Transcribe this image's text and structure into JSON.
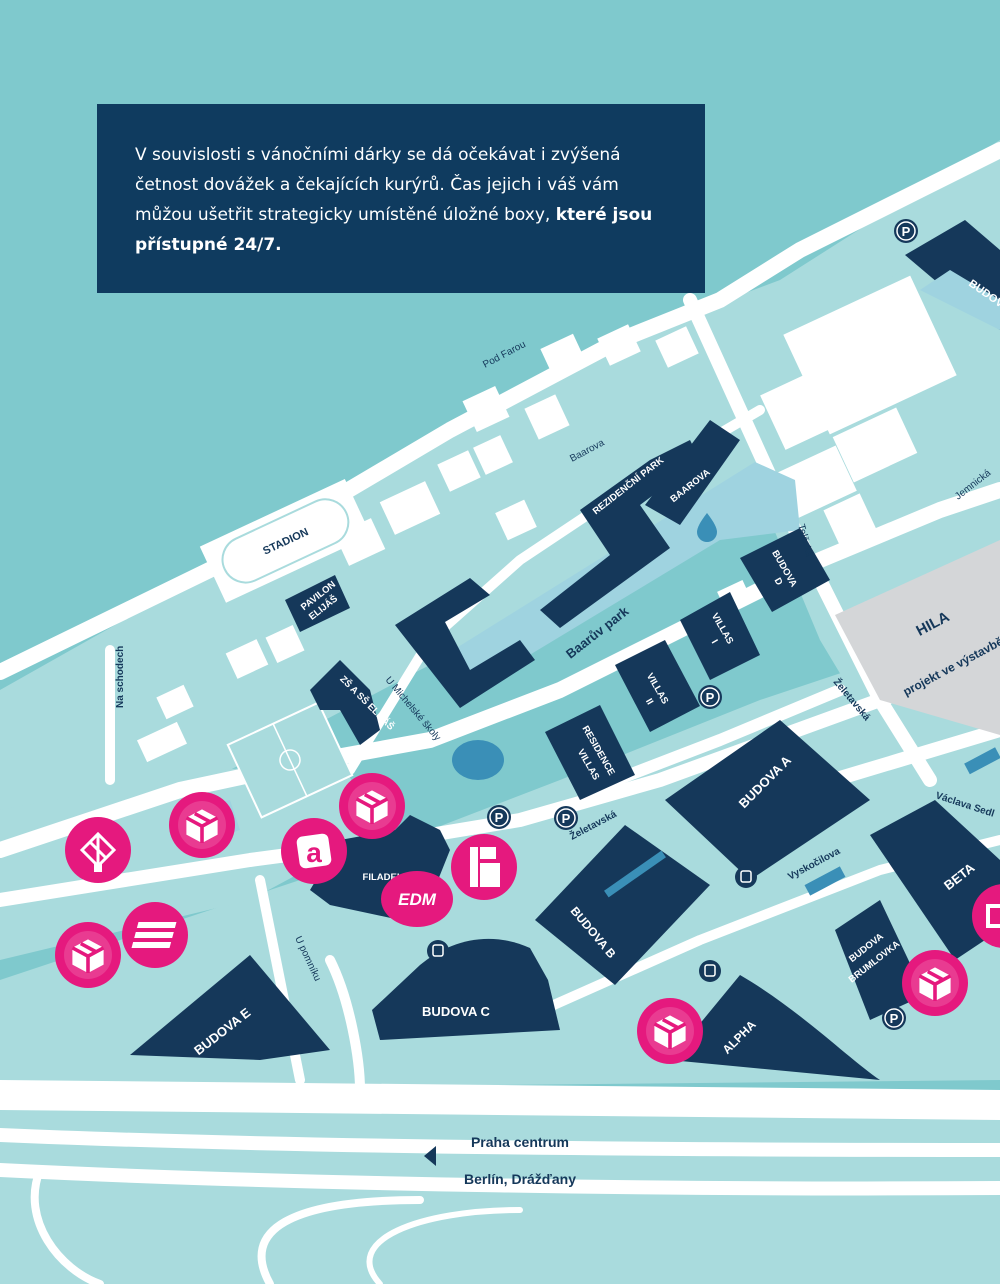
{
  "info": {
    "text": "V souvislosti s vánočními dárky se dá očekávat i zvýšená četnost dovážek a čekajících kurýrů. Čas jejich i váš vám můžou ušetřit strategicky umístěné úložné boxy, ",
    "bold": "které jsou přístupné 24/7."
  },
  "colors": {
    "background": "#7fc9cd",
    "block": "#a9dbdd",
    "road": "#ffffff",
    "building": "#15385a",
    "park": "#9fd3e0",
    "poi": "#e5197e",
    "construction": "#d4d6d8"
  },
  "streets": {
    "pod_farou": "Pod Farou",
    "baarova": "Baarova",
    "u_michelske_skoly": "U Michelské školy",
    "na_schodech": "Na schodech",
    "u_pomniku": "U pomníku",
    "zeletavska_1": "Želetavská",
    "zeletavska_2": "Želetavská",
    "vyskocilova": "Vyskočilova",
    "teleska": "Telčská",
    "jemnicka": "Jemnická",
    "vaclava_sedlacka": "Václava Sedl"
  },
  "buildings": {
    "stadion": "STADION",
    "pavilon_1": "PAVILON",
    "pavilon_2": "ELIJÁŠ",
    "zs_elijas": "ZŠ A SŠ ELIJÁŠ",
    "rezidencni_park": "REZIDENČNÍ PARK",
    "baarova_bldg": "BAAROVA",
    "budova_d_1": "BUDOVA",
    "budova_d_2": "D",
    "villas_i_1": "VILLAS",
    "villas_i_2": "I",
    "villas_ii_1": "VILLAS",
    "villas_ii_2": "II",
    "residence_villas_1": "RESIDENCE",
    "residence_villas_2": "VILLAS",
    "budova_a": "BUDOVA A",
    "budova_b": "BUDOVA B",
    "budova_c": "BUDOVA C",
    "budova_e": "BUDOVA E",
    "budova_g": "BUDOVA G",
    "filadelfie": "FILADELFIE",
    "beta": "BETA",
    "alpha": "ALPHA",
    "brumlovka_1": "BUDOVA",
    "brumlovka_2": "BRUMLOVKA"
  },
  "areas": {
    "baaruv_park": "Baarův park",
    "hila": "HILA",
    "hila_sub": "projekt ve výstavbě"
  },
  "directions": {
    "praha": "Praha centrum",
    "berlin": "Berlín, Drážďany"
  },
  "poi": {
    "edm": "EDM",
    "parking": "P"
  },
  "icons": [
    "parcel-box-icon",
    "alza-box-icon",
    "box-pickup-icon",
    "parking-icon",
    "metro-icon"
  ]
}
